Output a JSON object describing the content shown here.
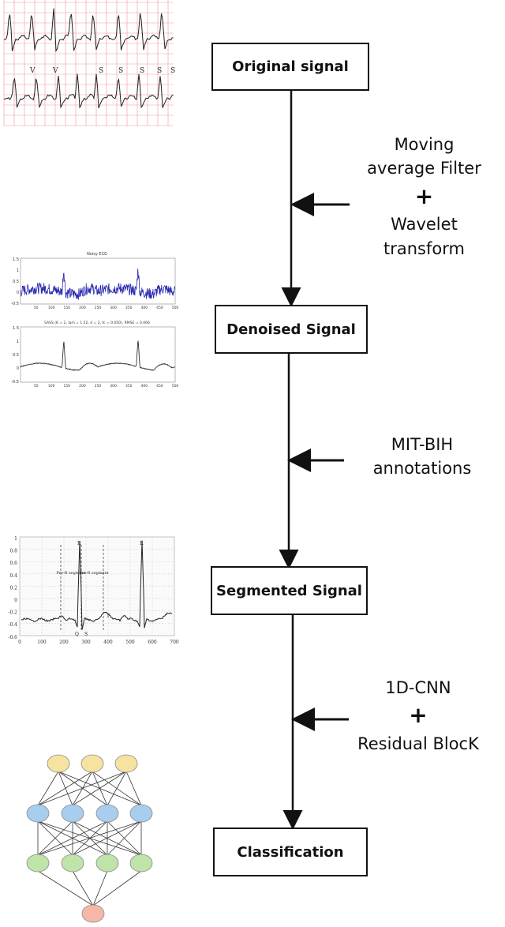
{
  "boxes": {
    "original": "Original signal",
    "denoised": "Denoised Signal",
    "segmented": "Segmented Signal",
    "classification": "Classification"
  },
  "annotations": {
    "step1": {
      "line1": "Moving",
      "line2": "average Filter",
      "plus": "+",
      "line3": "Wavelet",
      "line4": "transform"
    },
    "step2": {
      "line1": "MIT-BIH",
      "line2": "annotations"
    },
    "step3": {
      "line1": "1D-CNN",
      "plus": "+",
      "line2": "Residual BlocK"
    }
  },
  "thumbnails": {
    "noisy_title": "Noisy ECG",
    "denoised_title": "SASS (K = 2, lam = 1.52, d = 2, fc = 0.050), RMSE = 0.066",
    "x_ticks_small": [
      "50",
      "100",
      "150",
      "200",
      "250",
      "300",
      "350",
      "400",
      "450",
      "500"
    ],
    "y_ticks_noisy": [
      "1.5",
      "1",
      "0.5",
      "0",
      "-0.5"
    ],
    "y_ticks_denoised": [
      "1.5",
      "1",
      "0.5",
      "0",
      "-0.5"
    ],
    "segment_labels": {
      "pre_r_1": "Pre-R segment",
      "pre_r_2": "Pre-R segment",
      "r1": "R",
      "r2": "R",
      "q": "Q",
      "s": "S",
      "t": "T"
    },
    "seg_y_ticks": [
      "1",
      "0.8",
      "0.6",
      "0.4",
      "0.2",
      "0",
      "-0.2",
      "-0.4",
      "-0.6"
    ],
    "seg_x_ticks": [
      "0",
      "100",
      "200",
      "300",
      "400",
      "500",
      "600",
      "700"
    ],
    "ecg_beat_labels": [
      "V",
      "V",
      "S",
      "S",
      "S",
      "S",
      "S"
    ]
  },
  "colors": {
    "noisy_signal": "#2b2bb0",
    "grid_red": "#e99",
    "nn_input": "#f6e3a0",
    "nn_hidden1": "#a9cdee",
    "nn_hidden2": "#bfe3a9",
    "nn_output": "#f5b7a8"
  }
}
